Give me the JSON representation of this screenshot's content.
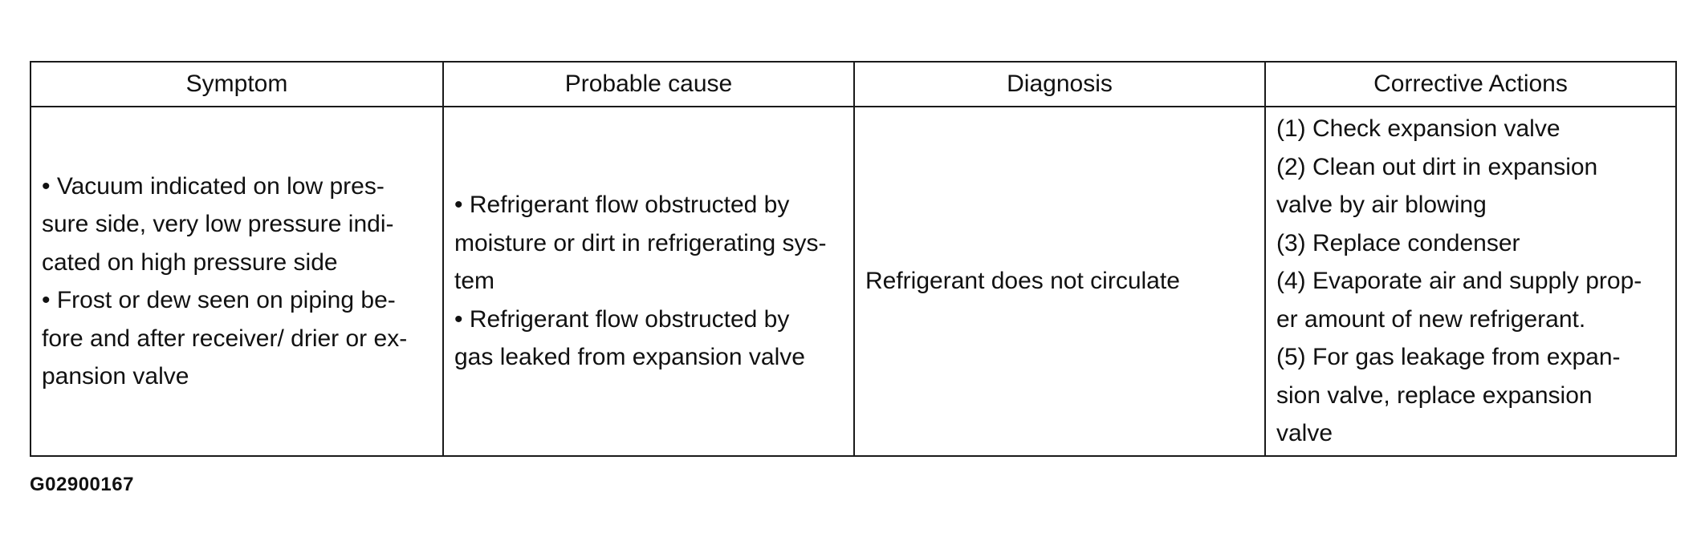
{
  "table": {
    "headers": [
      "Symptom",
      "Probable cause",
      "Diagnosis",
      "Corrective Actions"
    ],
    "rows": [
      {
        "symptom": [
          "• Vacuum indicated on low pres-",
          "sure side, very low pressure indi-",
          "cated on high pressure side",
          "• Frost or dew seen on piping be-",
          "fore and after receiver/ drier or ex-",
          "pansion valve"
        ],
        "probable_cause": [
          "• Refrigerant flow obstructed by",
          "moisture or dirt in refrigerating sys-",
          "tem",
          "• Refrigerant flow obstructed by",
          "gas leaked from expansion valve"
        ],
        "diagnosis": [
          "Refrigerant does not circulate"
        ],
        "corrective_actions": [
          "(1) Check expansion valve",
          "(2) Clean out dirt in expansion",
          "valve by air blowing",
          "(3) Replace condenser",
          "(4) Evaporate air and supply prop-",
          "er amount of new refrigerant.",
          "(5) For gas leakage from expan-",
          "sion valve, replace expansion",
          "valve"
        ]
      }
    ]
  },
  "figure_id": "G02900167"
}
